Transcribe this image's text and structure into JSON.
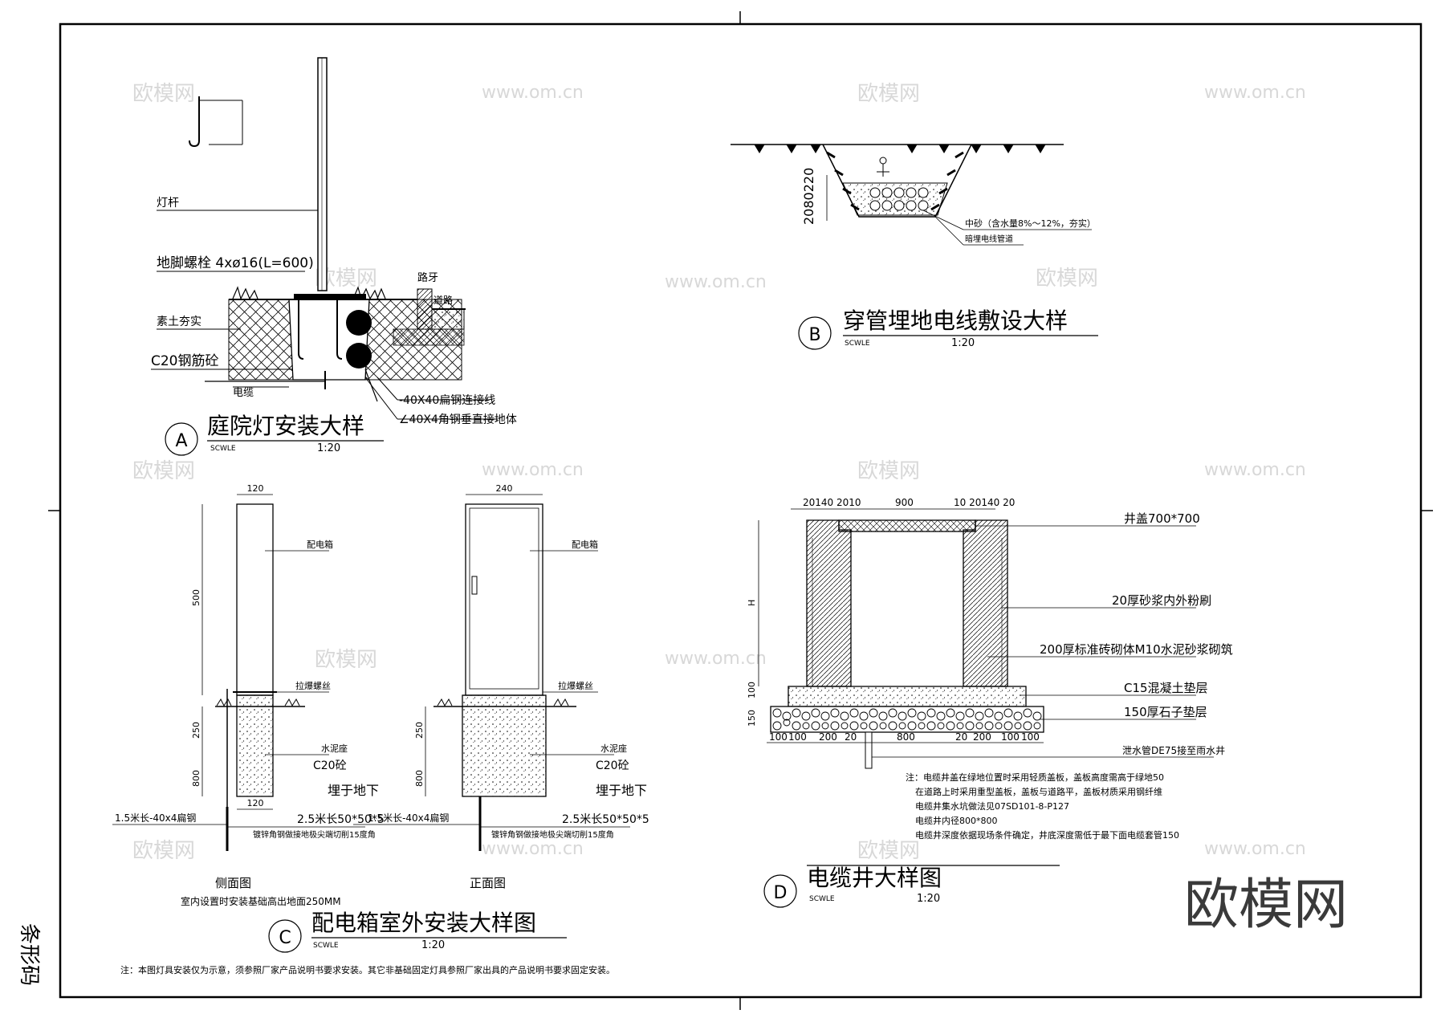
{
  "watermarks": {
    "brand_small": "欧模网",
    "url": "www.om.cn",
    "brand_big": "欧模网"
  },
  "side_label": "条形码",
  "colors": {
    "line": "#000000",
    "watermark": "#d8d8d8"
  },
  "detail_a": {
    "circle": "A",
    "title": "庭院灯安装大样",
    "sub": "SCWLE",
    "scale": "1:20",
    "labels": {
      "pole": "灯杆",
      "bolt": "地脚螺栓 4xø16(L=600)",
      "curb": "路牙",
      "road": "道路",
      "soil": "素土夯实",
      "concrete": "C20钢筋砼",
      "cable": "电缆",
      "flat_steel": "-40X40扁钢连接线",
      "angle_steel": "∠40X4角钢垂直接地体"
    }
  },
  "detail_b": {
    "circle": "B",
    "title": "穿管埋地电线敷设大样",
    "sub": "SCWLE",
    "scale": "1:20",
    "labels": {
      "dims": "2080220",
      "sand": "中砂（含水量8%～12%，夯实）",
      "pipe": "暗埋电线管道"
    }
  },
  "detail_c": {
    "circle": "C",
    "title": "配电箱室外安装大样图",
    "sub": "SCWLE",
    "scale": "1:20",
    "side": {
      "dim_top": "120",
      "dim_500": "500",
      "dim_250": "250",
      "dim_800": "800",
      "dim_bottom": "120",
      "box": "配电箱",
      "bolt": "拉爆螺丝",
      "base": "水泥座",
      "concrete": "C20砼",
      "buried": "埋于地下",
      "flat": "1.5米长-40x4扁钢",
      "angle": "2.5米长50*50*5",
      "angle_note": "镀锌角钢做接地极尖端切削15度角",
      "caption": "侧面图",
      "note": "室内设置时安装基础高出地面250MM"
    },
    "front": {
      "dim_top": "240",
      "dim_250": "250",
      "dim_800": "800",
      "box": "配电箱",
      "bolt": "拉爆螺丝",
      "base": "水泥座",
      "concrete": "C20砼",
      "buried": "埋于地下",
      "flat": "1.5米长-40x4扁钢",
      "angle": "2.5米长50*50*5",
      "angle_note": "镀锌角钢做接地极尖端切削15度角",
      "caption": "正面图"
    }
  },
  "detail_d": {
    "circle": "D",
    "title": "电缆井大样图",
    "sub": "SCWLE",
    "scale": "1:20",
    "dims_top_left": "20140 2010",
    "dims_top_mid": "900",
    "dims_top_right": "10 20140 20",
    "dim_h": "H",
    "dim_100": "100",
    "dim_150": "150",
    "dims_bottom": [
      "100",
      "100",
      "200",
      "20",
      "800",
      "20",
      "200",
      "100",
      "100"
    ],
    "labels": {
      "cover": "井盖700*700",
      "plaster": "20厚砂浆内外粉刷",
      "brick": "200厚标准砖砌体M10水泥砂浆砌筑",
      "c15": "C15混凝土垫层",
      "gravel": "150厚石子垫层",
      "drain": "泄水管DE75接至雨水井"
    },
    "notes": [
      "注：电缆井盖在绿地位置时采用轻质盖板，盖板高度需高于绿地50",
      "在道路上时采用重型盖板，盖板与道路平，盖板材质采用钢纤维",
      "电缆井集水坑做法见07SD101-8-P127",
      "电缆井内径800*800",
      "电缆井深度依据现场条件确定，井底深度需低于最下面电缆套管150"
    ]
  },
  "footnote": "注：本图灯具安装仅为示意，须参照厂家产品说明书要求安装。其它非基础固定灯具参照厂家出具的产品说明书要求固定安装。"
}
